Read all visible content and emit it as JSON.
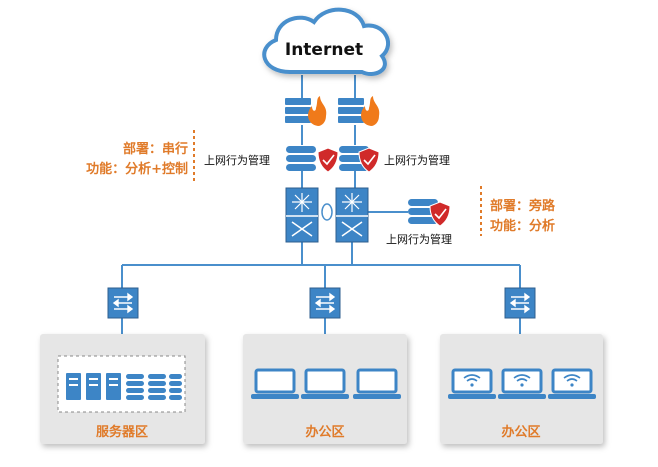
{
  "cloud": {
    "label": "Internet"
  },
  "inline_device": {
    "label": "上网行为管理",
    "deploy_label": "部署：串行",
    "function_label": "功能：分析+控制"
  },
  "bypass_device": {
    "label": "上网行为管理",
    "deploy_label": "部署：旁路",
    "function_label": "功能：分析"
  },
  "zones": [
    {
      "label": "服务器区"
    },
    {
      "label": "办公区"
    },
    {
      "label": "办公区"
    }
  ],
  "colors": {
    "device_blue": "#3d85c6",
    "device_dark": "#2f5f8f",
    "line_blue": "#4a8fcc",
    "accent_orange": "#e07b2a",
    "shield_red": "#d02a2a",
    "fire_orange": "#f07a1a",
    "zone_bg": "#e6e6e6",
    "cloud_stroke": "#4a8fcc"
  }
}
